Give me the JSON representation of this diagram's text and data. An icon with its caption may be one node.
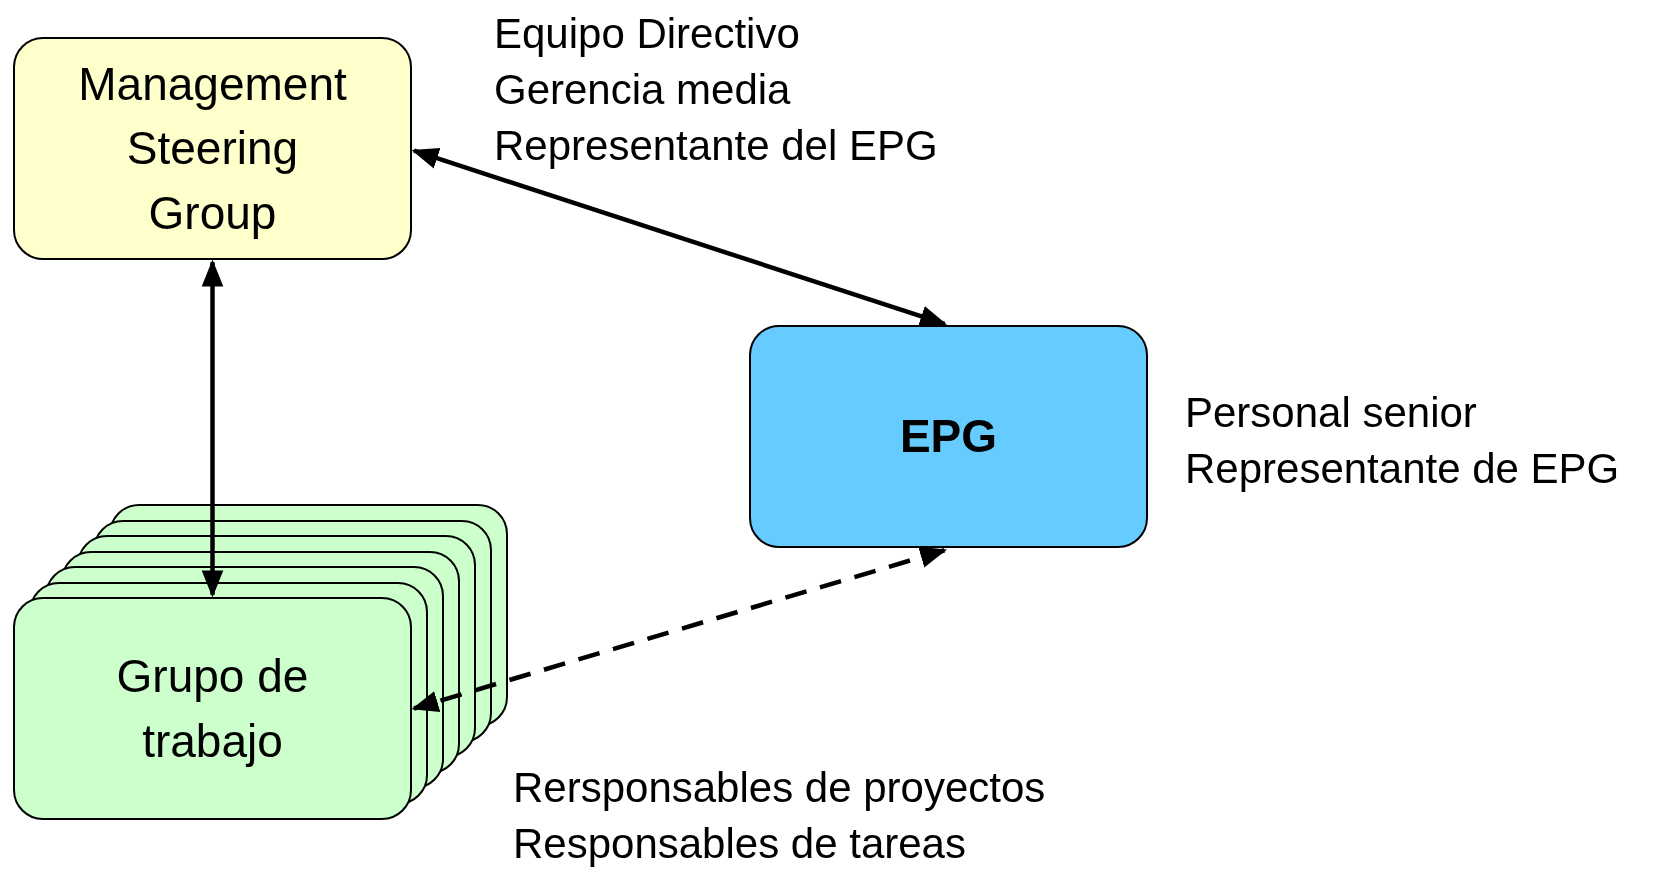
{
  "diagram": {
    "nodes": [
      {
        "text": [
          "Management Steering Group"
        ],
        "beside": [
          "Equipo Directivo",
          "Gerencia media",
          "Representante del EPG"
        ]
      },
      {
        "text": [
          "EPG"
        ],
        "beside": [
          "Personal senior",
          "Representante de EPG"
        ]
      },
      {
        "text": [
          "Grupo de trabajo"
        ],
        "beside": [
          "Rersponsables de proyectos",
          "Responsables de tareas"
        ]
      }
    ],
    "edges": [
      {
        "from": 0,
        "to": 1,
        "arrow": "both"
      },
      {
        "from": 0,
        "to": 2,
        "arrow": "both"
      },
      {
        "from": 1,
        "to": 2,
        "arrow": "both",
        "style": "dashed"
      }
    ]
  }
}
